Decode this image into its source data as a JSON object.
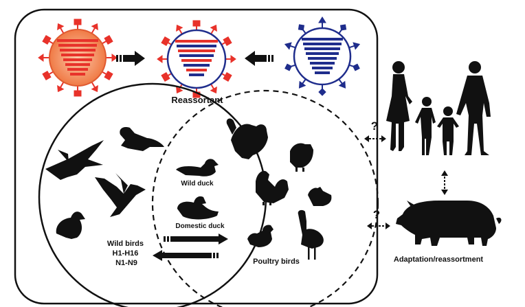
{
  "labels": {
    "reassortant": "Reassortant",
    "wild_duck": "Wild duck",
    "domestic_duck": "Domestic duck",
    "wild_birds_line1": "Wild birds",
    "wild_birds_line2": "H1-H16",
    "wild_birds_line3": "N1-N9",
    "poultry_birds": "Poultry birds",
    "adaptation": "Adaptation/reassortment",
    "question_humans": "?",
    "question_pig": "?"
  },
  "colors": {
    "virus_left_fill": "#f08a5d",
    "virus_left_stripes": "#e8322a",
    "virus_middle_stripes_red": "#e8322a",
    "virus_middle_stripes_blue": "#1f2d8c",
    "virus_right_stripes": "#1f2d8c",
    "outline": "#111111"
  },
  "icons": {
    "virus_left": "virus-orange-icon",
    "virus_middle": "virus-reassortant-icon",
    "virus_right": "virus-blue-icon",
    "humans": "human-family-icon",
    "pig": "pig-icon"
  }
}
